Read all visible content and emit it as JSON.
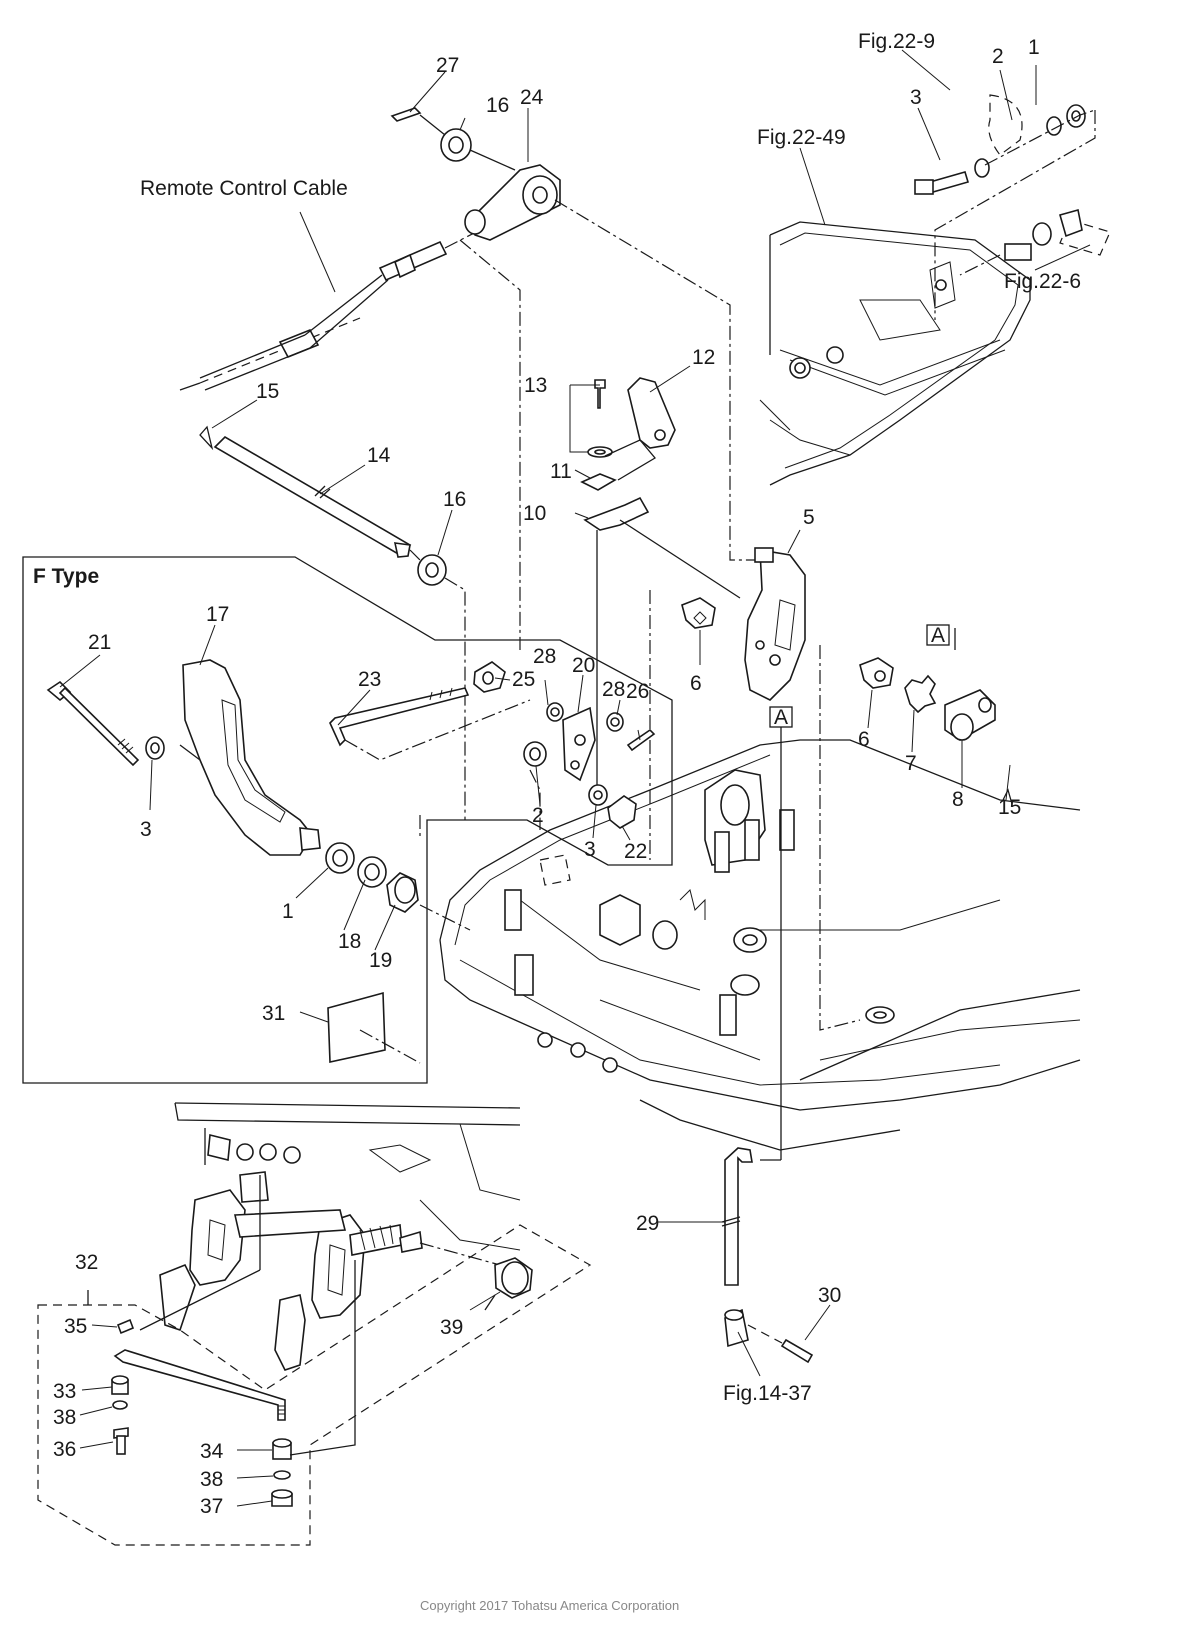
{
  "callouts": [
    "1",
    "2",
    "3",
    "5",
    "6",
    "7",
    "8",
    "10",
    "11",
    "12",
    "13",
    "14",
    "15",
    "16",
    "17",
    "18",
    "19",
    "20",
    "21",
    "22",
    "23",
    "24",
    "25",
    "26",
    "27",
    "28",
    "29",
    "30",
    "31",
    "32",
    "33",
    "34",
    "35",
    "36",
    "37",
    "38",
    "39"
  ],
  "labels": {
    "remote_cable": "Remote Control Cable",
    "fig_22_9": "Fig.22-9",
    "fig_22_49": "Fig.22-49",
    "fig_22_6": "Fig.22-6",
    "fig_14_37": "Fig.14-37",
    "f_type": "F Type",
    "box_a": "A"
  },
  "copyright": "Copyright 2017 Tohatsu America Corporation"
}
